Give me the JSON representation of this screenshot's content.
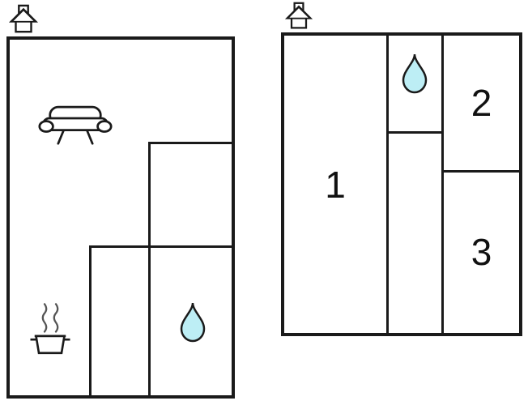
{
  "document": {
    "type": "floor-plan-drawing",
    "background": "#ffffff"
  },
  "colors": {
    "wall": "#1a1a1a",
    "water_drop_fill": "#bdeef5",
    "water_drop_stroke": "#1a1a1a",
    "steam": "#555555"
  },
  "icons": {
    "house": "house-icon",
    "sofa": "sofa-icon",
    "cooking_pot": "cooking-pot-icon",
    "water_drop": "water-drop-icon"
  },
  "floor_plans": [
    {
      "name": "ground-floor",
      "features": [
        "house-icon",
        "sofa-icon",
        "cooking-pot-icon",
        "water-drop-icon"
      ],
      "rooms": []
    },
    {
      "name": "upper-floor",
      "features": [
        "house-icon",
        "water-drop-icon"
      ],
      "rooms": [
        {
          "label": "1"
        },
        {
          "label": "2"
        },
        {
          "label": "3"
        }
      ]
    }
  ]
}
